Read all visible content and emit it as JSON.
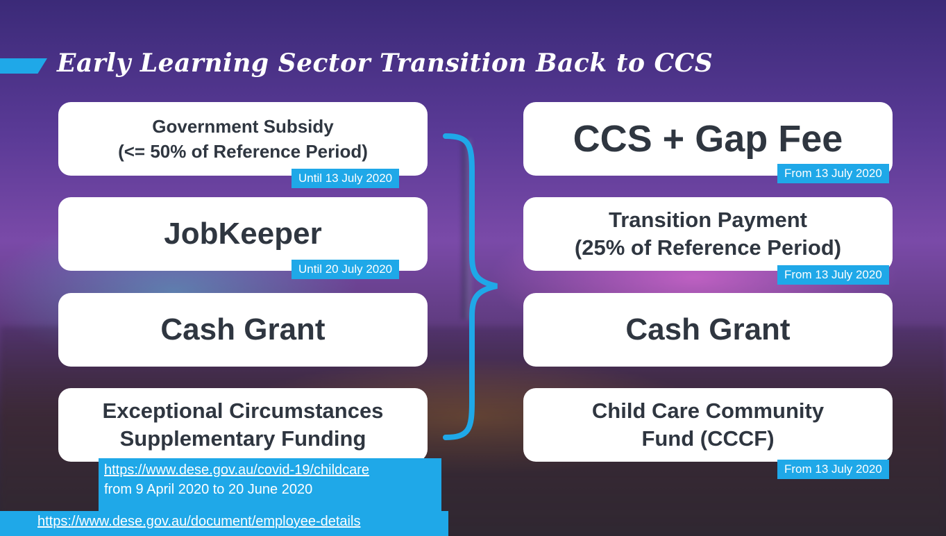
{
  "title": "Early Learning Sector Transition Back to CCS",
  "left": {
    "subsidy": {
      "line1": "Government Subsidy",
      "line2": "(<= 50% of Reference  Period)",
      "tag": "Until 13 July 2020"
    },
    "jobkeeper": {
      "label": "JobKeeper",
      "tag": "Until 20 July 2020"
    },
    "cash_grant": {
      "label": "Cash Grant"
    },
    "exceptional": {
      "line1": "Exceptional Circumstances",
      "line2": "Supplementary Funding"
    }
  },
  "right": {
    "ccs_gap": {
      "label": "CCS + Gap Fee",
      "tag": "From 13 July 2020"
    },
    "transition": {
      "line1": "Transition Payment",
      "line2": "(25% of Reference Period)",
      "tag": "From 13 July 2020"
    },
    "cash_grant": {
      "label": "Cash Grant"
    },
    "cccf": {
      "line1": "Child Care Community",
      "line2": "Fund (CCCF)",
      "tag": "From 13 July 2020"
    }
  },
  "links": {
    "childcare_url": "https://www.dese.gov.au/covid-19/childcare",
    "childcare_dates": "from 9 April 2020 to 20 June 2020",
    "employee_url": "https://www.dese.gov.au/document/employee-details"
  },
  "colors": {
    "accent": "#1fa8e8",
    "card": "#ffffff",
    "card_text": "#2f3640"
  }
}
